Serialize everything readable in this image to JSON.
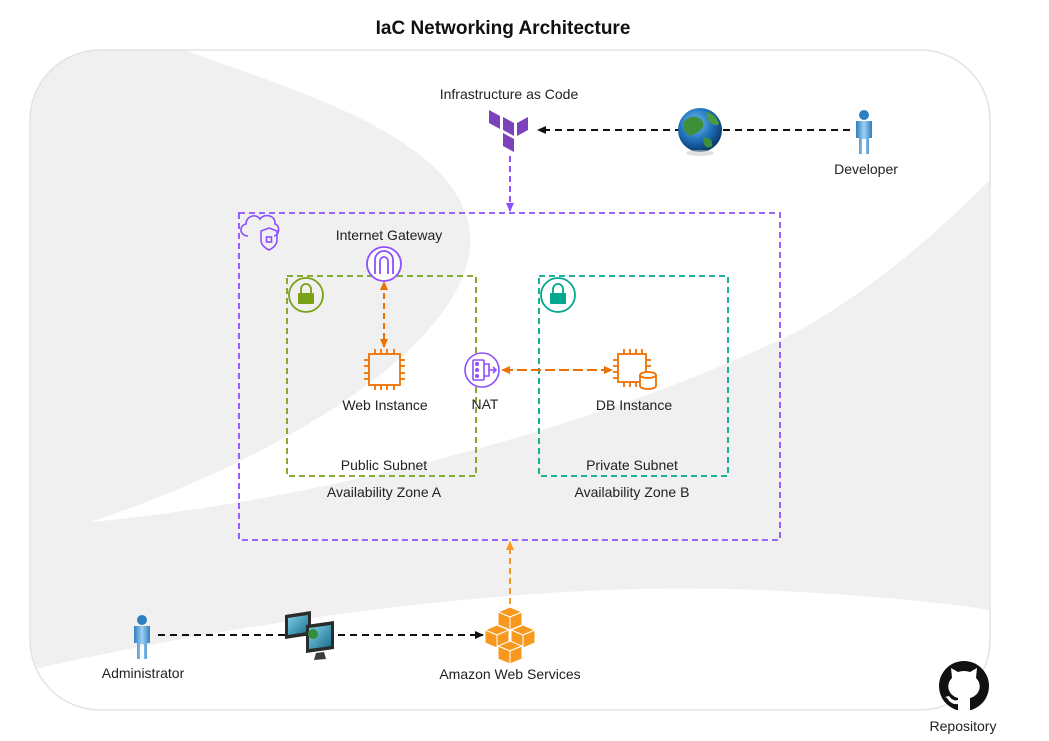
{
  "title": "IaC Networking Architecture",
  "nodes": {
    "iac": "Infrastructure as Code",
    "developer": "Developer",
    "internet_gateway": "Internet Gateway",
    "web_instance": "Web Instance",
    "nat": "NAT",
    "db_instance": "DB Instance",
    "public_subnet": "Public Subnet",
    "private_subnet": "Private Subnet",
    "az_a": "Availability Zone A",
    "az_b": "Availability Zone B",
    "administrator": "Administrator",
    "aws": "Amazon Web Services",
    "repository": "Repository"
  },
  "colors": {
    "vpc": "#8C4FFF",
    "public_subnet": "#7AA116",
    "private_subnet": "#01A88D",
    "compute": "#ED7100",
    "aws_orange": "#F7981F",
    "connector_dark": "#111111",
    "panel_fill": "#F0F0F0"
  },
  "icons": [
    "terraform-icon",
    "globe-icon",
    "person-icon",
    "vpc-icon",
    "lock-icon",
    "internet-gateway-icon",
    "ec2-instance-icon",
    "nat-gateway-icon",
    "db-instance-icon",
    "computer-icon",
    "aws-icon",
    "github-icon"
  ]
}
